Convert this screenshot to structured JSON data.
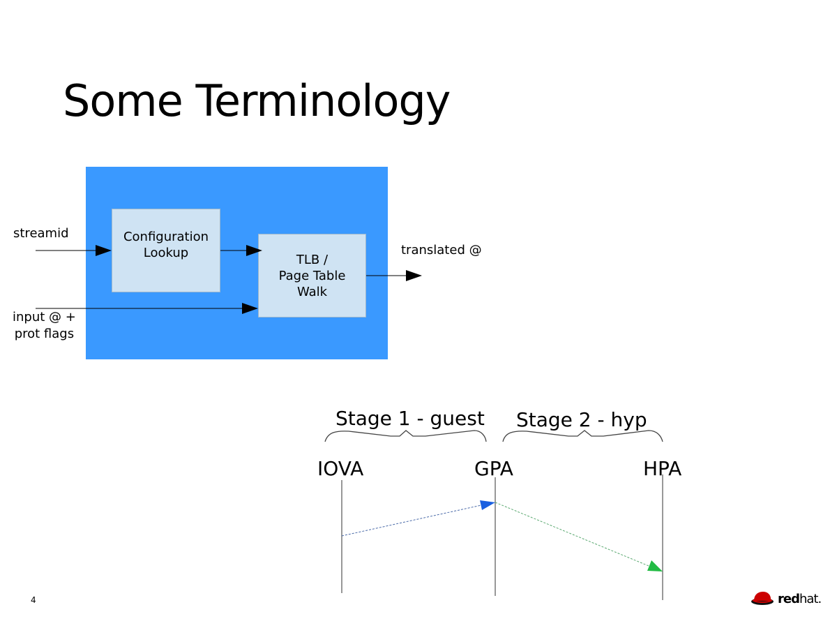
{
  "slide": {
    "title": "Some Terminology",
    "page_number": "4"
  },
  "block_diagram": {
    "container_color": "#3a99ff",
    "inner_box_color": "#cfe3f3",
    "boxes": [
      {
        "id": "config-lookup",
        "lines": [
          "Configuration",
          "Lookup"
        ]
      },
      {
        "id": "tlb-walk",
        "lines": [
          "TLB /",
          "Page Table",
          "Walk"
        ]
      }
    ],
    "inputs": [
      {
        "label_lines": [
          "streamid"
        ]
      },
      {
        "label_lines": [
          "input @ +",
          "prot flags"
        ]
      }
    ],
    "output": {
      "label": "translated @"
    }
  },
  "translation_stages": {
    "stages": [
      {
        "label": "Stage 1 - guest"
      },
      {
        "label": "Stage 2 - hyp"
      }
    ],
    "addresses": [
      "IOVA",
      "GPA",
      "HPA"
    ],
    "arrow_colors": {
      "stage1": "#1a5fe0",
      "stage2": "#22bb44"
    }
  },
  "logo": {
    "text_bold": "red",
    "text_regular": "hat."
  }
}
